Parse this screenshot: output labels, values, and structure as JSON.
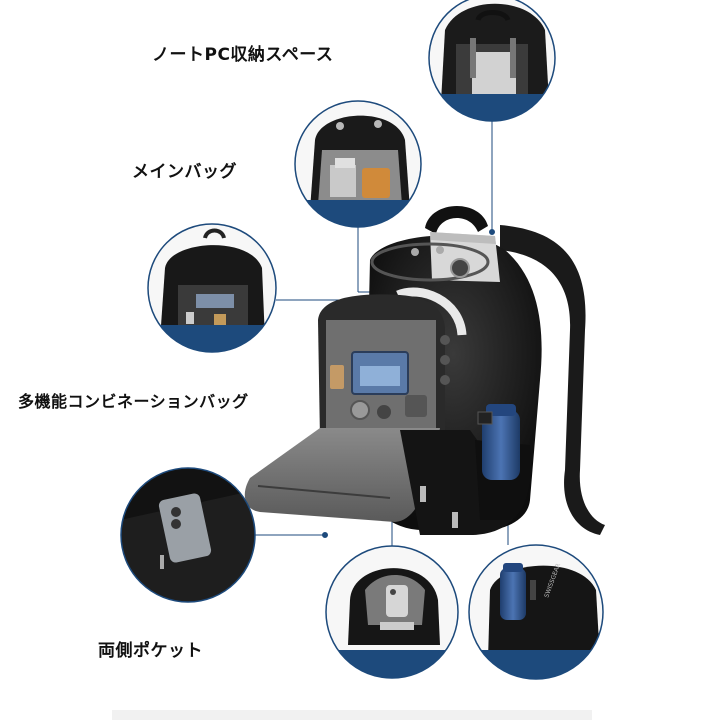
{
  "labels": {
    "pc_space": "ノートPC収納スペース",
    "main_bag": "メインバッグ",
    "multi_compartment": "多機能コンビネーションバッグ",
    "side_pocket": "両側ポケット"
  },
  "colors": {
    "circle_border": "#1d4a7c",
    "bag_body": "#141414",
    "bottle": "#2b4f86",
    "leader_line": "#1d4a7c"
  },
  "images": [
    "laptop-compartment-detail",
    "main-compartment-detail",
    "organizer-compartment-detail",
    "side-pocket-phone-detail",
    "front-pocket-phone-detail",
    "side-pocket-bottle-detail",
    "backpack-open-main"
  ]
}
